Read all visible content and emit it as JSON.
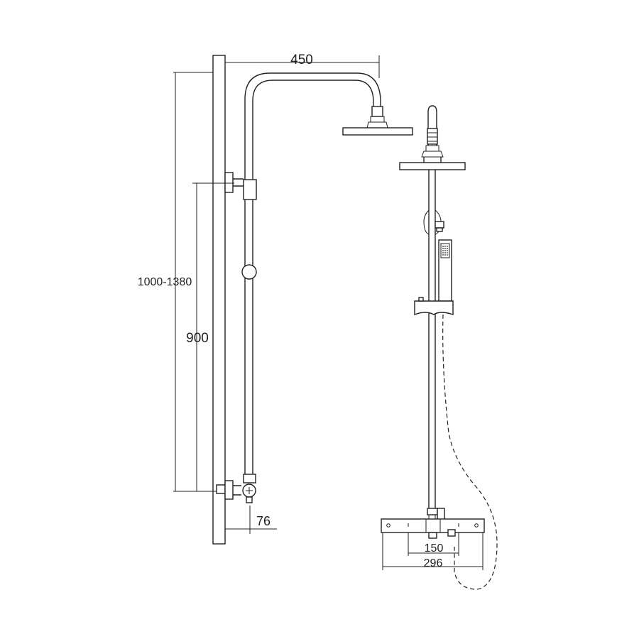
{
  "dimensions": {
    "arm_reach": "450",
    "total_height": "1000-1380",
    "riser_height": "900",
    "wall_offset": "76",
    "inlet_centres": "150",
    "valve_width": "296"
  },
  "colors": {
    "line": "#222222",
    "background": "#ffffff"
  }
}
